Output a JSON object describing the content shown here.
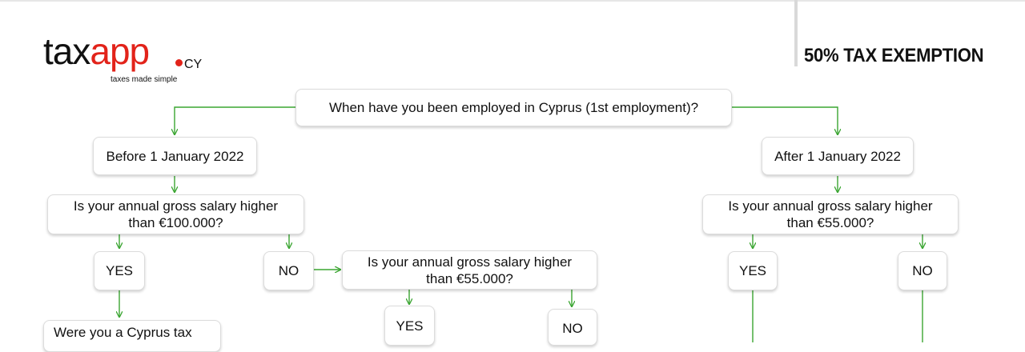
{
  "brand": {
    "logo_text_t": "t",
    "logo_text_ax": "ax",
    "logo_text_app": "app",
    "logo_suffix": "CY",
    "tagline": "taxes made simple",
    "color_red": "#e2231a"
  },
  "page_title": "50% TAX EXEMPTION",
  "flowchart": {
    "line_color": "#3aa531",
    "nodes": {
      "question_employment": "When have you been employed in Cyprus (1st employment)?",
      "before_2022": "Before 1 January 2022",
      "after_2022": "After 1 January 2022",
      "left_salary_100k": "Is your annual gross salary higher than €100.000?",
      "left_yes": "YES",
      "left_no": "NO",
      "mid_salary_55k": "Is your annual gross salary higher than €55.000?",
      "mid_yes": "YES",
      "mid_no": "NO",
      "left_tax_resident": "Were you a Cyprus tax",
      "right_salary_55k": "Is your annual gross salary higher than €55.000?",
      "right_yes": "YES",
      "right_no": "NO"
    }
  }
}
